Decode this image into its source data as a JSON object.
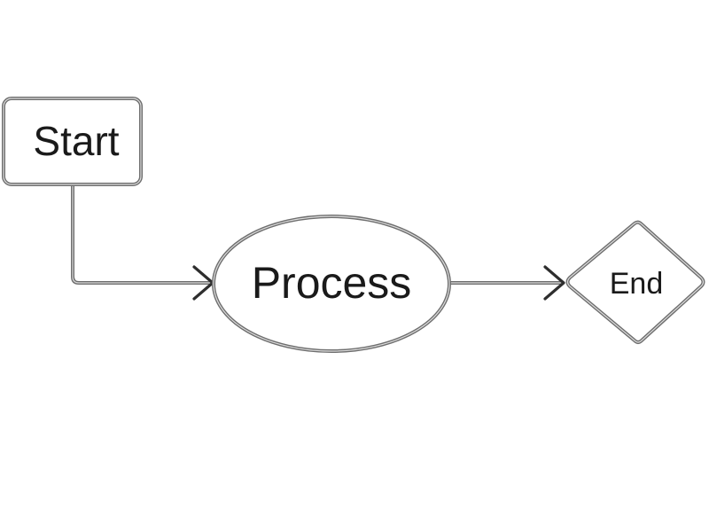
{
  "diagram": {
    "nodes": {
      "start": {
        "label": "Start",
        "shape": "rounded-rectangle"
      },
      "process": {
        "label": "Process",
        "shape": "ellipse"
      },
      "end": {
        "label": "End",
        "shape": "diamond"
      }
    },
    "edges": [
      {
        "from": "start",
        "to": "process",
        "style": "elbow",
        "head": "open-chevron"
      },
      {
        "from": "process",
        "to": "end",
        "style": "straight",
        "head": "open-chevron"
      }
    ],
    "colors": {
      "stroke": "#7a7a7a",
      "stroke_dark": "#4a4a4a",
      "fill": "#ffffff",
      "text": "#1a1a1a",
      "background": "#ffffff"
    }
  }
}
